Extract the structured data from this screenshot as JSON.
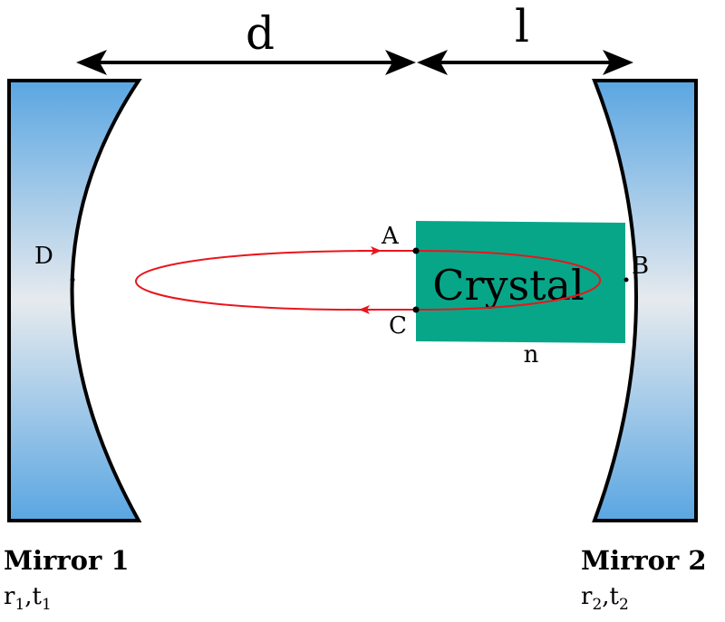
{
  "distances": {
    "d": "d",
    "l": "l"
  },
  "crystal": {
    "label": "Crystal",
    "index": "n",
    "color": "#07a689"
  },
  "points": {
    "a": "A",
    "b": "B",
    "c": "C",
    "d": "D"
  },
  "mirror1": {
    "name": "Mirror 1",
    "r": "r",
    "r_sub": "1",
    "sep": ",",
    "t": "t",
    "t_sub": "1"
  },
  "mirror2": {
    "name": "Mirror 2",
    "r": "r",
    "r_sub": "2",
    "sep": ",",
    "t": "t",
    "t_sub": "2"
  },
  "colors": {
    "beam": "#e8161c",
    "mirror_edge": "#5aa6e2",
    "mirror_center": "#e6eaee",
    "stroke": "#000000"
  }
}
